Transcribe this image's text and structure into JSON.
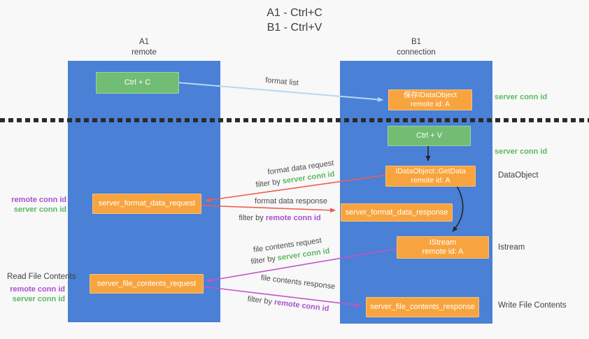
{
  "title": {
    "line1": "A1 - Ctrl+C",
    "line2": "B1 - Ctrl+V"
  },
  "lanes": {
    "left": {
      "name": "A1",
      "subtitle": "remote"
    },
    "right": {
      "name": "B1",
      "subtitle": "connection"
    }
  },
  "nodes": {
    "ctrl_c": "Ctrl + C",
    "ctrl_v": "Ctrl + V",
    "save_idataobject_line1": "保存IDataObject",
    "save_idataobject_line2": "remote id: A",
    "getdata_line1": "IDataObject::GetData",
    "getdata_line2": "remote id: A",
    "istream_line1": "IStream",
    "istream_line2": "remote id: A",
    "server_format_data_request": "server_format_data_request",
    "server_format_data_response": "server_format_data_response",
    "server_file_contents_request": "server_file_contents_request",
    "server_file_contents_response": "server_file_contents_response"
  },
  "edge_labels": {
    "format_list": "format list",
    "format_data_request": "format data request",
    "format_data_response": "format data response",
    "file_contents_request": "file contents request",
    "file_contents_response": "file contents response",
    "filter_by": "filter by",
    "server_conn_id": "server conn id",
    "remote_conn_id": "remote conn id"
  },
  "side_labels": {
    "server_conn_id_top": "server conn id",
    "server_conn_id_mid": "server conn id",
    "dataobject": "DataObject",
    "istream": "Istream",
    "write_file_contents": "Write File Contents",
    "read_file_contents": "Read File Contents",
    "remote_conn_id": "remote conn id",
    "server_conn_id": "server conn id"
  },
  "colors": {
    "lane_blue": "#4a80d6",
    "box_orange": "#f8a43e",
    "box_green": "#72bd74",
    "green_text": "#5cb860",
    "purple_text": "#ab4fd1",
    "red_arrow": "#ee5d50",
    "magenta_arrow": "#c455c8",
    "light_blue_arrow": "#b5d9f3",
    "dotted_line": "#2b2b2b"
  }
}
